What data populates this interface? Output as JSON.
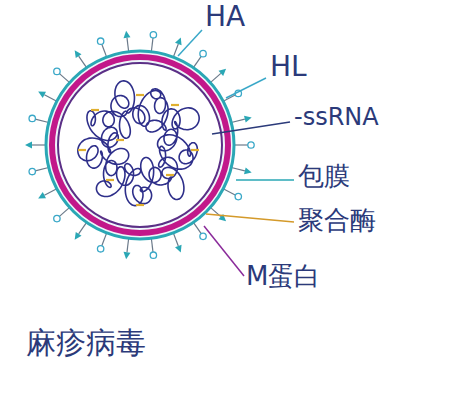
{
  "diagram": {
    "caption": "麻疹病毒",
    "labels": [
      "HA",
      "HL",
      "-ssRNA",
      "包膜",
      "聚合酶",
      "M蛋白"
    ]
  }
}
